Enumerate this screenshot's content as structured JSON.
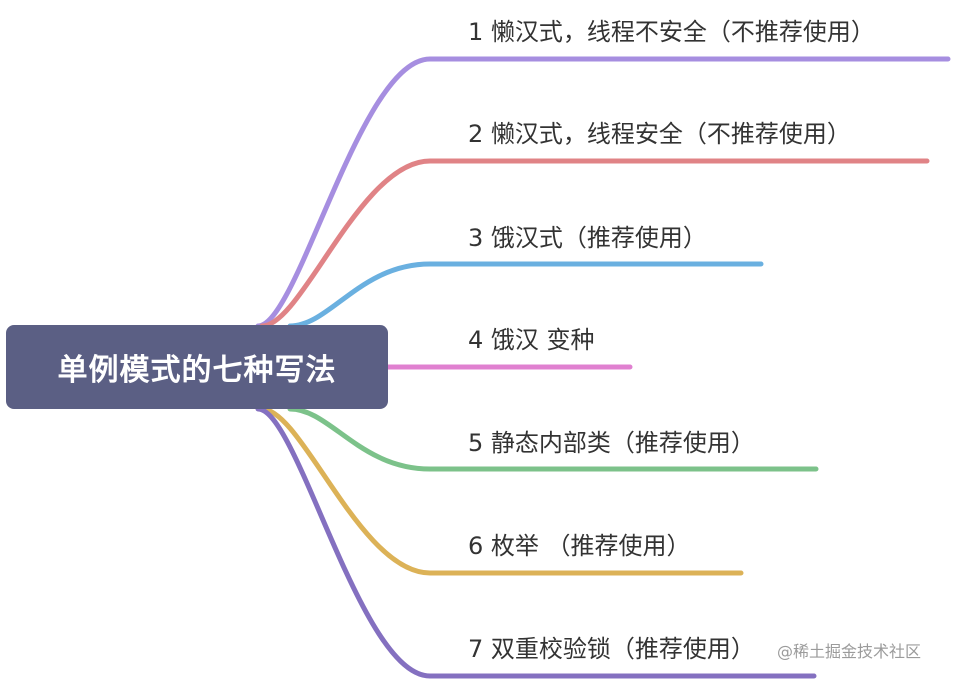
{
  "root": {
    "label": "单例模式的七种写法"
  },
  "branches": [
    {
      "label": "1 懒汉式，线程不安全（不推荐使用）",
      "color": "#a68ee0"
    },
    {
      "label": "2 懒汉式，线程安全（不推荐使用）",
      "color": "#e08386"
    },
    {
      "label": "3 饿汉式（推荐使用）",
      "color": "#6ab0e0"
    },
    {
      "label": "4 饿汉 变种",
      "color": "#e080d0"
    },
    {
      "label": "5 静态内部类（推荐使用）",
      "color": "#7cc28a"
    },
    {
      "label": "6 枚举 （推荐使用）",
      "color": "#dcb257"
    },
    {
      "label": "7 双重校验锁（推荐使用）",
      "color": "#8470c0"
    }
  ],
  "watermark": "@稀土掘金技术社区"
}
